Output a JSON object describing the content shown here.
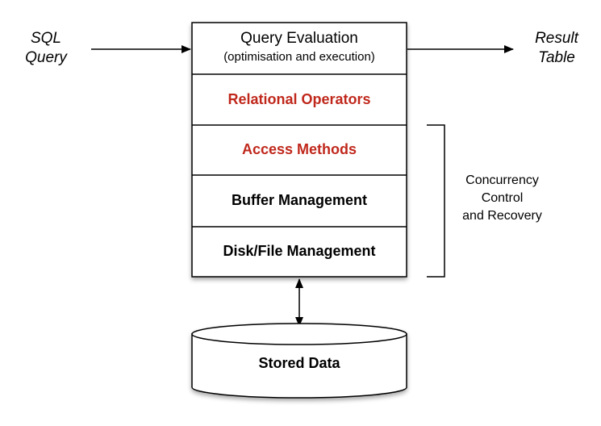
{
  "input": {
    "line1": "SQL",
    "line2": "Query"
  },
  "output": {
    "line1": "Result",
    "line2": "Table"
  },
  "layers": {
    "query_evaluation": {
      "title": "Query Evaluation",
      "subtitle": "(optimisation and execution)"
    },
    "relational_operators": "Relational Operators",
    "access_methods": "Access Methods",
    "buffer_management": "Buffer Management",
    "disk_file_management": "Disk/File Management"
  },
  "side_bracket": {
    "line1": "Concurrency",
    "line2": "Control",
    "line3": "and Recovery"
  },
  "storage": {
    "label": "Stored Data"
  },
  "colors": {
    "highlight": "#c0281c",
    "text": "#000000",
    "stroke": "#000000"
  }
}
